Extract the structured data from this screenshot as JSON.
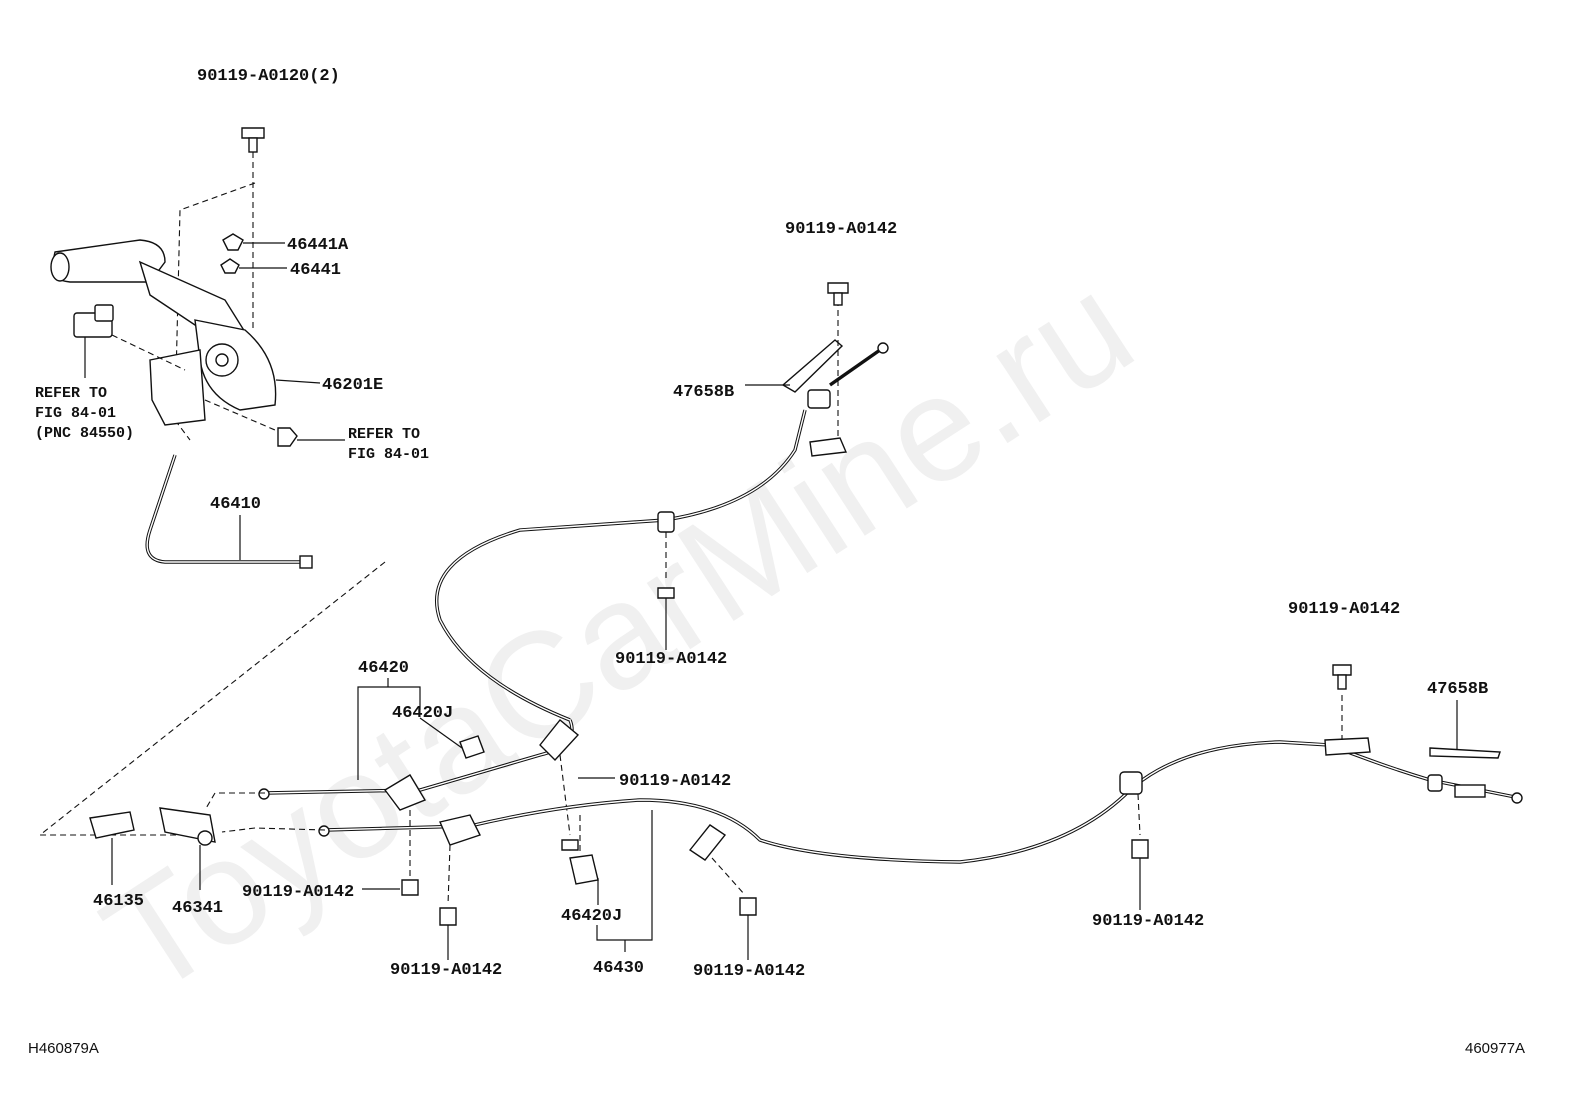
{
  "watermark": "ToyotaCarMine.ru",
  "footer": {
    "left_code": "H460879A",
    "right_code": "460977A"
  },
  "labels": {
    "bolt_top_left": "90119-A0120(2)",
    "p46441A": "46441A",
    "p46441": "46441",
    "p46201E": "46201E",
    "refer_left": [
      "REFER TO",
      "FIG 84-01",
      "(PNC 84550)"
    ],
    "refer_right": [
      "REFER TO",
      "FIG 84-01"
    ],
    "p46410": "46410",
    "bolt_top_center": "90119-A0142",
    "p47658B_top": "47658B",
    "bolt_cable_mid": "90119-A0142",
    "p46420": "46420",
    "p46420J_top": "46420J",
    "bolt_bracket_mid": "90119-A0142",
    "p46135": "46135",
    "p46341": "46341",
    "bolt_bottom_left": "90119-A0142",
    "bolt_bottom_center_left": "90119-A0142",
    "p46420J_bottom": "46420J",
    "p46430": "46430",
    "bolt_bottom_center": "90119-A0142",
    "bolt_right_top": "90119-A0142",
    "p47658B_right": "47658B",
    "bolt_right_bottom": "90119-A0142"
  }
}
